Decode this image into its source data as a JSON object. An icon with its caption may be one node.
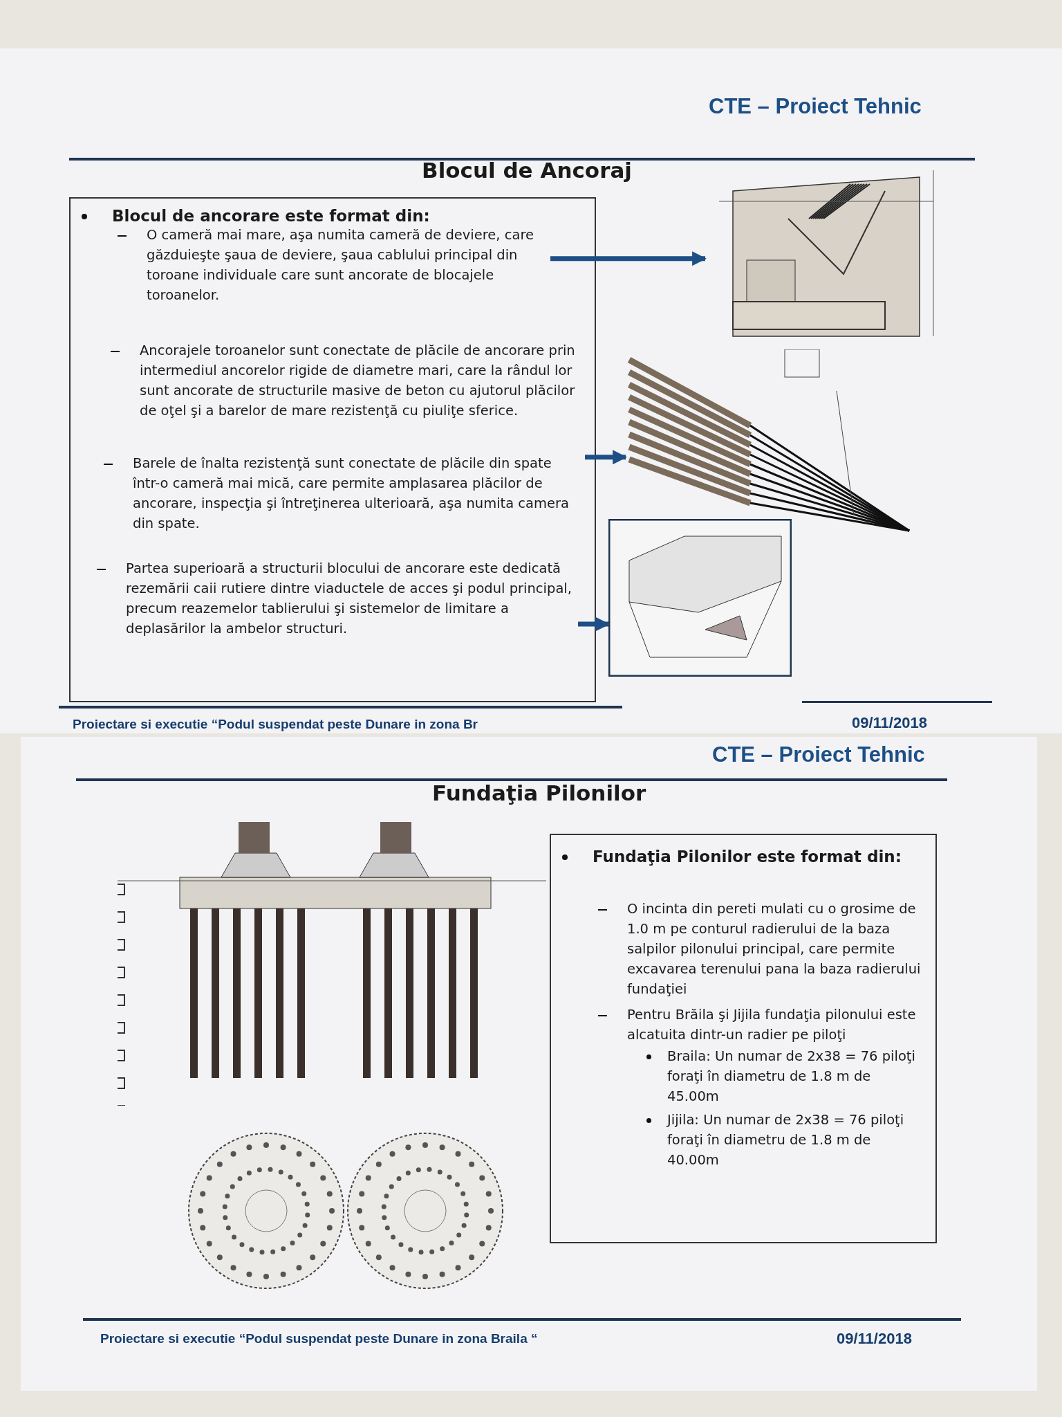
{
  "diagram": {
    "nodes": [
      {
        "text": [
          "Blocul de ancorare este format din:"
        ]
      },
      {
        "text": [
          "O cameră mai mare, aşa numita cameră de deviere, care găzduieşte şaua de deviere, şaua cablului principal din toroane individuale care sunt ancorate de blocajele toroanelor."
        ],
        "in": 0
      },
      {
        "text": [
          "Ancorajele toroanelor sunt conectate de plăcile de ancorare prin intermediul ancorelor rigide  de diametre mari, care la rândul lor sunt ancorate de structurile masive de beton cu ajutorul plăcilor de oţel şi a barelor de mare rezistenţă cu piuliţe sferice."
        ],
        "in": 0
      },
      {
        "text": [
          "Barele de înalta rezistenţă sunt conectate de plăcile din spate într-o cameră mai mică, care permite amplasarea plăcilor de ancorare, inspecţia şi întreţinerea ulterioară, aşa numita camera din spate."
        ],
        "in": 0
      },
      {
        "text": [
          "Partea superioară a structurii blocului de ancorare este dedicată rezemării caii rutiere dintre viaductele de acces şi podul principal, precum reazemelor tablierului şi sistemelor de limitare a deplasărilor la ambelor structuri."
        ],
        "in": 0
      },
      {
        "text": [],
        "shape": "picture"
      },
      {
        "text": [],
        "shape": "picture"
      },
      {
        "text": [],
        "shape": "picture"
      },
      {
        "text": [
          "Fundaţia Pilonilor  este format din:"
        ]
      },
      {
        "text": [
          "O incinta din pereti mulati cu o grosime de 1.0 m pe conturul radierului de la baza salpilor pilonului principal, care permite excavarea terenului pana la baza radierului fundaţiei"
        ],
        "in": 8
      },
      {
        "text": [
          "Pentru Brăila şi Jijila fundaţia pilonului este alcatuita dintr-un radier pe piloţi"
        ],
        "in": 8
      },
      {
        "text": [
          "Braila: Un numar de 2x38 = 76 piloţi foraţi în diametru de 1.8 m de 45.00m"
        ],
        "in": 8
      },
      {
        "text": [
          "Jijila: Un numar de 2x38 = 76 piloţi foraţi în diametru de 1.8 m de 40.00m"
        ],
        "in": 8
      }
    ],
    "edges": [
      {
        "from": 1,
        "to": 5,
        "arrow": "to"
      },
      {
        "from": 3,
        "to": 6,
        "arrow": "to"
      },
      {
        "from": 4,
        "to": 7,
        "arrow": "to"
      }
    ],
    "labels": [
      "CTE – Proiect Tehnic",
      "Blocul de Ancoraj",
      "Proiectare si executie “Podul suspendat peste Dunare in zona Br",
      "09/11/2018",
      "CTE – Proiect Tehnic",
      "Fundaţia Pilonilor",
      "Proiectare si executie “Podul suspendat peste Dunare in zona Braila “",
      "09/11/2018"
    ]
  }
}
